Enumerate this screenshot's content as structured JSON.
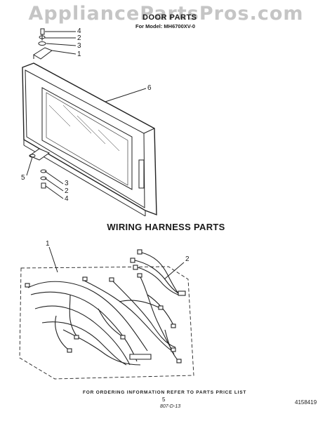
{
  "watermark": "AppliancePartsPros.com",
  "door_section": {
    "title": "DOOR PARTS",
    "model": "For Model: MH6700XV-0",
    "callouts_upper_left": [
      "4",
      "2",
      "3",
      "1"
    ],
    "callout_door": "6",
    "callout_lower_left": "5",
    "callouts_lower_right": [
      "3",
      "2",
      "4"
    ]
  },
  "wiring_section": {
    "title": "WIRING HARNESS PARTS",
    "callout_harness": "1",
    "callout_small_harness": "2"
  },
  "footer": {
    "note": "FOR ORDERING INFORMATION REFER TO PARTS PRICE LIST",
    "page": "5",
    "ref_code": "807-D-13",
    "figure_id": "4158419"
  }
}
